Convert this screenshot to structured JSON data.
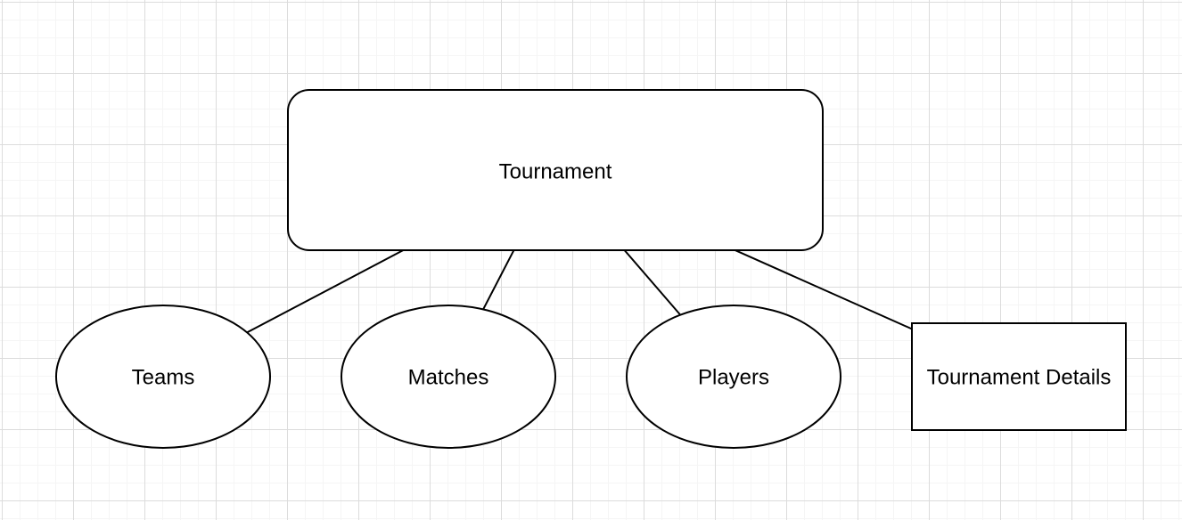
{
  "diagram": {
    "nodes": {
      "tournament": {
        "label": "Tournament",
        "shape": "rounded-rectangle"
      },
      "teams": {
        "label": "Teams",
        "shape": "ellipse"
      },
      "matches": {
        "label": "Matches",
        "shape": "ellipse"
      },
      "players": {
        "label": "Players",
        "shape": "ellipse"
      },
      "tournament_details": {
        "label": "Tournament Details",
        "shape": "rectangle"
      }
    },
    "edges": [
      {
        "from": "Tournament",
        "to": "Teams"
      },
      {
        "from": "Tournament",
        "to": "Matches"
      },
      {
        "from": "Tournament",
        "to": "Players"
      },
      {
        "from": "Tournament",
        "to": "Tournament Details"
      }
    ],
    "colors": {
      "canvas_background": "#ffffff",
      "grid_minor": "#f5f5f5",
      "grid_major": "#dcdcdc",
      "shape_fill": "#ffffff",
      "shape_stroke": "#000000",
      "label_text": "#000000"
    }
  }
}
